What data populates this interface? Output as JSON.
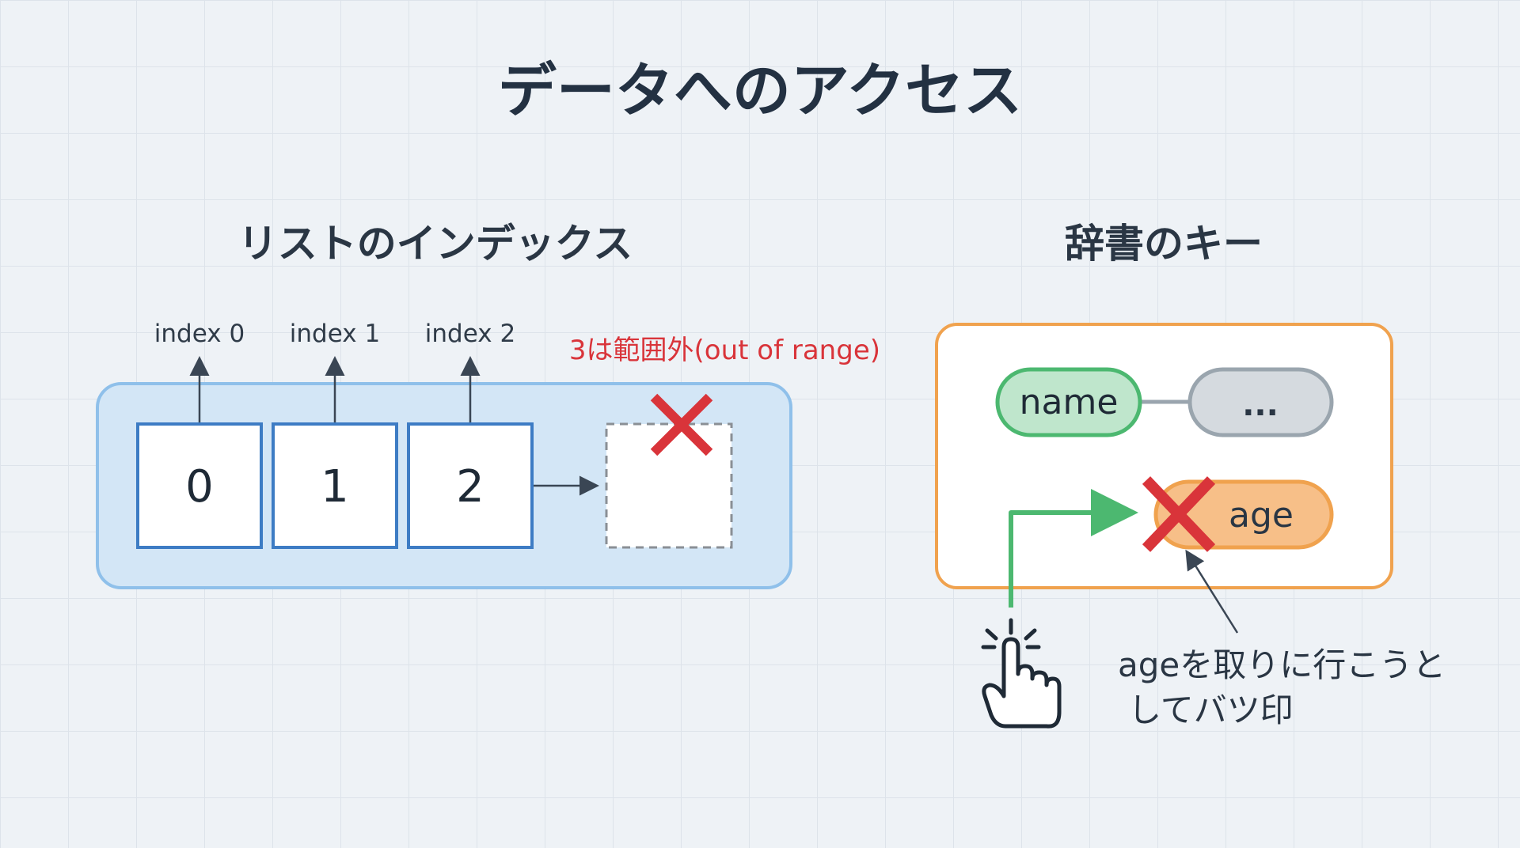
{
  "title": "データへのアクセス",
  "list_section": {
    "heading": "リストのインデックス",
    "cells": [
      {
        "index_label": "index 0",
        "value": "0"
      },
      {
        "index_label": "index 1",
        "value": "1"
      },
      {
        "index_label": "index 2",
        "value": "2"
      }
    ],
    "out_of_range_label": "3は範囲外(out of range)"
  },
  "dict_section": {
    "heading": "辞書のキー",
    "key_name": "name",
    "value_placeholder": "...",
    "missing_key": "age",
    "note_line1": "ageを取りに行こうと",
    "note_line2": "してバツ印"
  },
  "colors": {
    "list_blue": "#3d7cc4",
    "list_panel": "#d3e6f6",
    "error_red": "#d9343a",
    "dict_orange": "#f0a24e",
    "key_green": "#4cb870",
    "value_gray": "#9aa5ae"
  }
}
